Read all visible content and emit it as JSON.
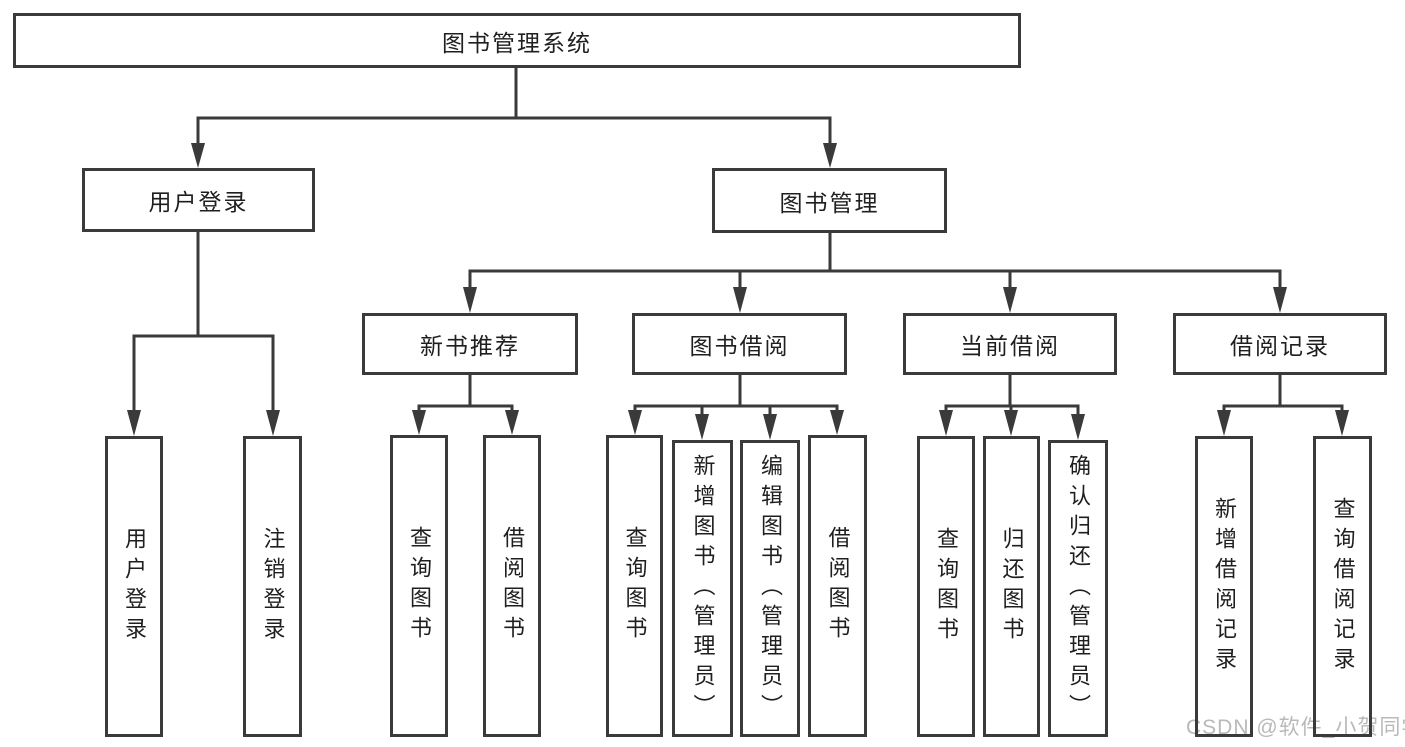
{
  "diagram": {
    "root": {
      "label": "图书管理系统"
    },
    "level2": [
      {
        "label": "用户登录"
      },
      {
        "label": "图书管理"
      }
    ],
    "level3": [
      {
        "label": "新书推荐"
      },
      {
        "label": "图书借阅"
      },
      {
        "label": "当前借阅"
      },
      {
        "label": "借阅记录"
      }
    ],
    "leaves": {
      "user_login": [
        "用户登录",
        "注销登录"
      ],
      "new_books": [
        "查询图书",
        "借阅图书"
      ],
      "book_borrow": [
        "查询图书",
        "新增图书（管理员）",
        "编辑图书（管理员）",
        "借阅图书"
      ],
      "current_borrow": [
        "查询图书",
        "归还图书",
        "确认归还（管理员）"
      ],
      "borrow_records": [
        "新增借阅记录",
        "查询借阅记录"
      ]
    }
  },
  "watermark": {
    "text": "CSDN @软件_小贺同学",
    "color": "#b9b9b9"
  },
  "colors": {
    "line": "#3a3a3a",
    "text": "#1f1f1f",
    "background": "#ffffff"
  }
}
